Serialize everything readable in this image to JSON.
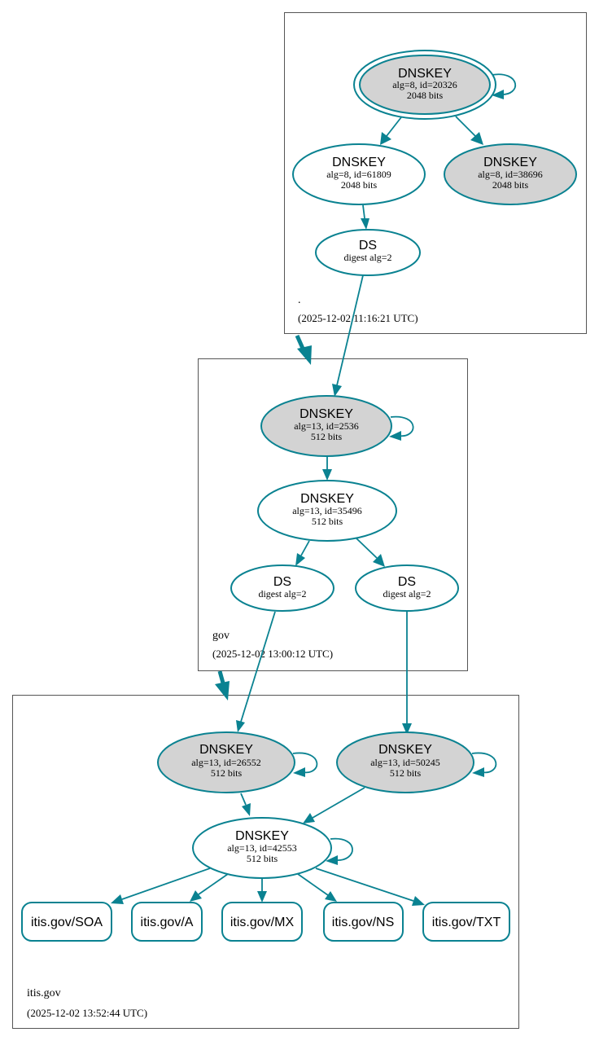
{
  "colors": {
    "stroke": "#0a8291",
    "ksk_fill": "#d3d3d3",
    "zsk_fill": "#ffffff",
    "zone_border": "#555555"
  },
  "zones": [
    {
      "name": ".",
      "timestamp": "(2025-12-02 11:16:21 UTC)"
    },
    {
      "name": "gov",
      "timestamp": "(2025-12-02 13:00:12 UTC)"
    },
    {
      "name": "itis.gov",
      "timestamp": "(2025-12-02 13:52:44 UTC)"
    }
  ],
  "nodes": {
    "root_ksk": {
      "title": "DNSKEY",
      "line1": "alg=8, id=20326",
      "line2": "2048 bits"
    },
    "root_zsk": {
      "title": "DNSKEY",
      "line1": "alg=8, id=61809",
      "line2": "2048 bits"
    },
    "root_key3": {
      "title": "DNSKEY",
      "line1": "alg=8, id=38696",
      "line2": "2048 bits"
    },
    "root_ds": {
      "title": "DS",
      "line1": "digest alg=2"
    },
    "gov_ksk": {
      "title": "DNSKEY",
      "line1": "alg=13, id=2536",
      "line2": "512 bits"
    },
    "gov_zsk": {
      "title": "DNSKEY",
      "line1": "alg=13, id=35496",
      "line2": "512 bits"
    },
    "gov_ds1": {
      "title": "DS",
      "line1": "digest alg=2"
    },
    "gov_ds2": {
      "title": "DS",
      "line1": "digest alg=2"
    },
    "itis_ksk1": {
      "title": "DNSKEY",
      "line1": "alg=13, id=26552",
      "line2": "512 bits"
    },
    "itis_ksk2": {
      "title": "DNSKEY",
      "line1": "alg=13, id=50245",
      "line2": "512 bits"
    },
    "itis_zsk": {
      "title": "DNSKEY",
      "line1": "alg=13, id=42553",
      "line2": "512 bits"
    }
  },
  "records": [
    "itis.gov/SOA",
    "itis.gov/A",
    "itis.gov/MX",
    "itis.gov/NS",
    "itis.gov/TXT"
  ]
}
